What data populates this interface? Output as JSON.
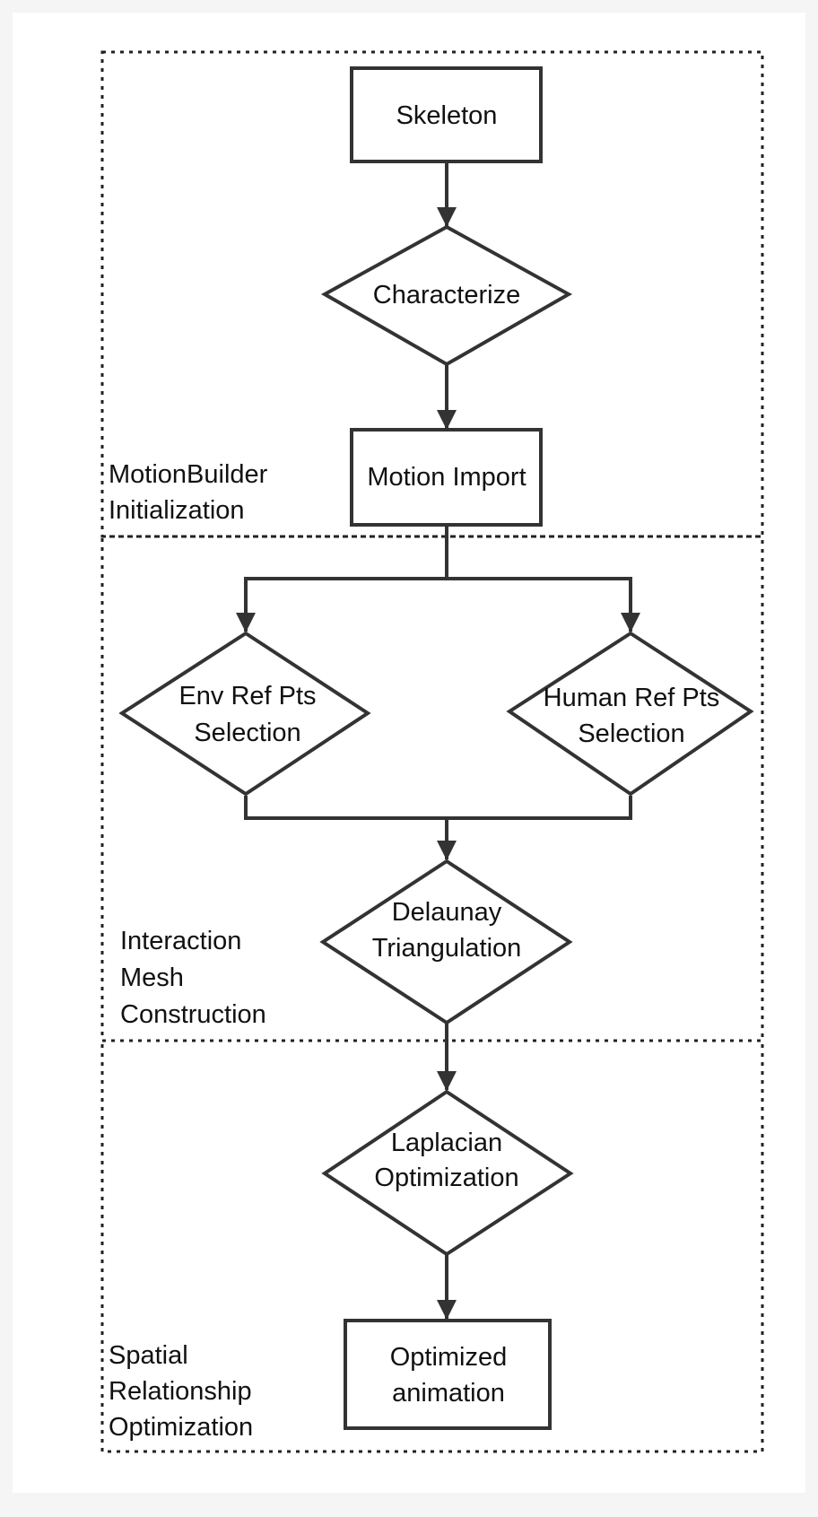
{
  "nodes": {
    "skeleton": "Skeleton",
    "characterize": "Characterize",
    "motion_import": "Motion Import",
    "env_ref": [
      "Env Ref Pts",
      "Selection"
    ],
    "human_ref": [
      "Human Ref Pts",
      "Selection"
    ],
    "delaunay": [
      "Delaunay",
      "Triangulation"
    ],
    "laplacian": [
      "Laplacian",
      "Optimization"
    ],
    "optimized": [
      "Optimized",
      "animation"
    ]
  },
  "groups": {
    "init": [
      "MotionBuilder",
      "Initialization"
    ],
    "mesh": [
      "Interaction",
      "Mesh",
      "Construction"
    ],
    "spatial": [
      "Spatial",
      "Relationship",
      "Optimization"
    ]
  }
}
